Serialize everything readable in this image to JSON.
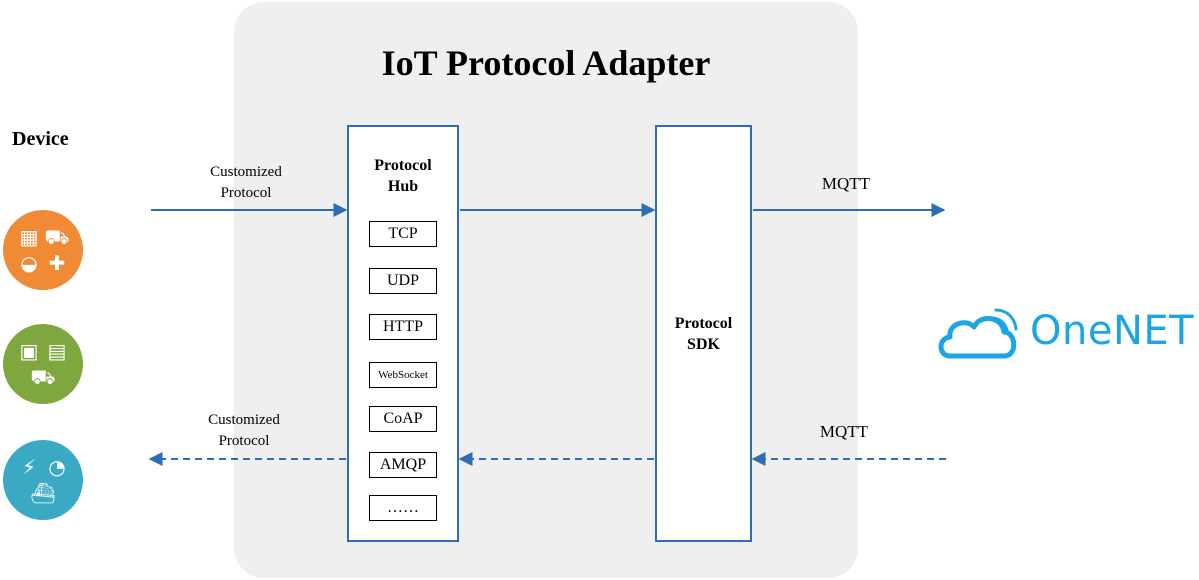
{
  "title": "IoT Protocol Adapter",
  "device_label": "Device",
  "hub": {
    "title_line1": "Protocol",
    "title_line2": "Hub",
    "protocols": [
      "TCP",
      "UDP",
      "HTTP",
      "WebSocket",
      "CoAP",
      "AMQP",
      "……"
    ]
  },
  "sdk": {
    "title_line1": "Protocol",
    "title_line2": "SDK"
  },
  "uplink": {
    "left_line1": "Customized",
    "left_line2": "Protocol",
    "right": "MQTT"
  },
  "downlink": {
    "left_line1": "Customized",
    "left_line2": "Protocol",
    "right": "MQTT"
  },
  "cloud_brand": "OneNET",
  "colors": {
    "arrow": "#2e6db5",
    "brand": "#1aa6e4",
    "device_orange": "#f08a35",
    "device_green": "#7fa63f",
    "device_blue": "#3aa9c3"
  },
  "device_icons": [
    [
      "building-icon",
      "police-car-icon",
      "police-cap-icon",
      "ambulance-icon"
    ],
    [
      "train-icon",
      "bus-icon",
      "truck-icon"
    ],
    [
      "power-tower-icon",
      "satellite-dish-icon",
      "ship-icon"
    ]
  ]
}
